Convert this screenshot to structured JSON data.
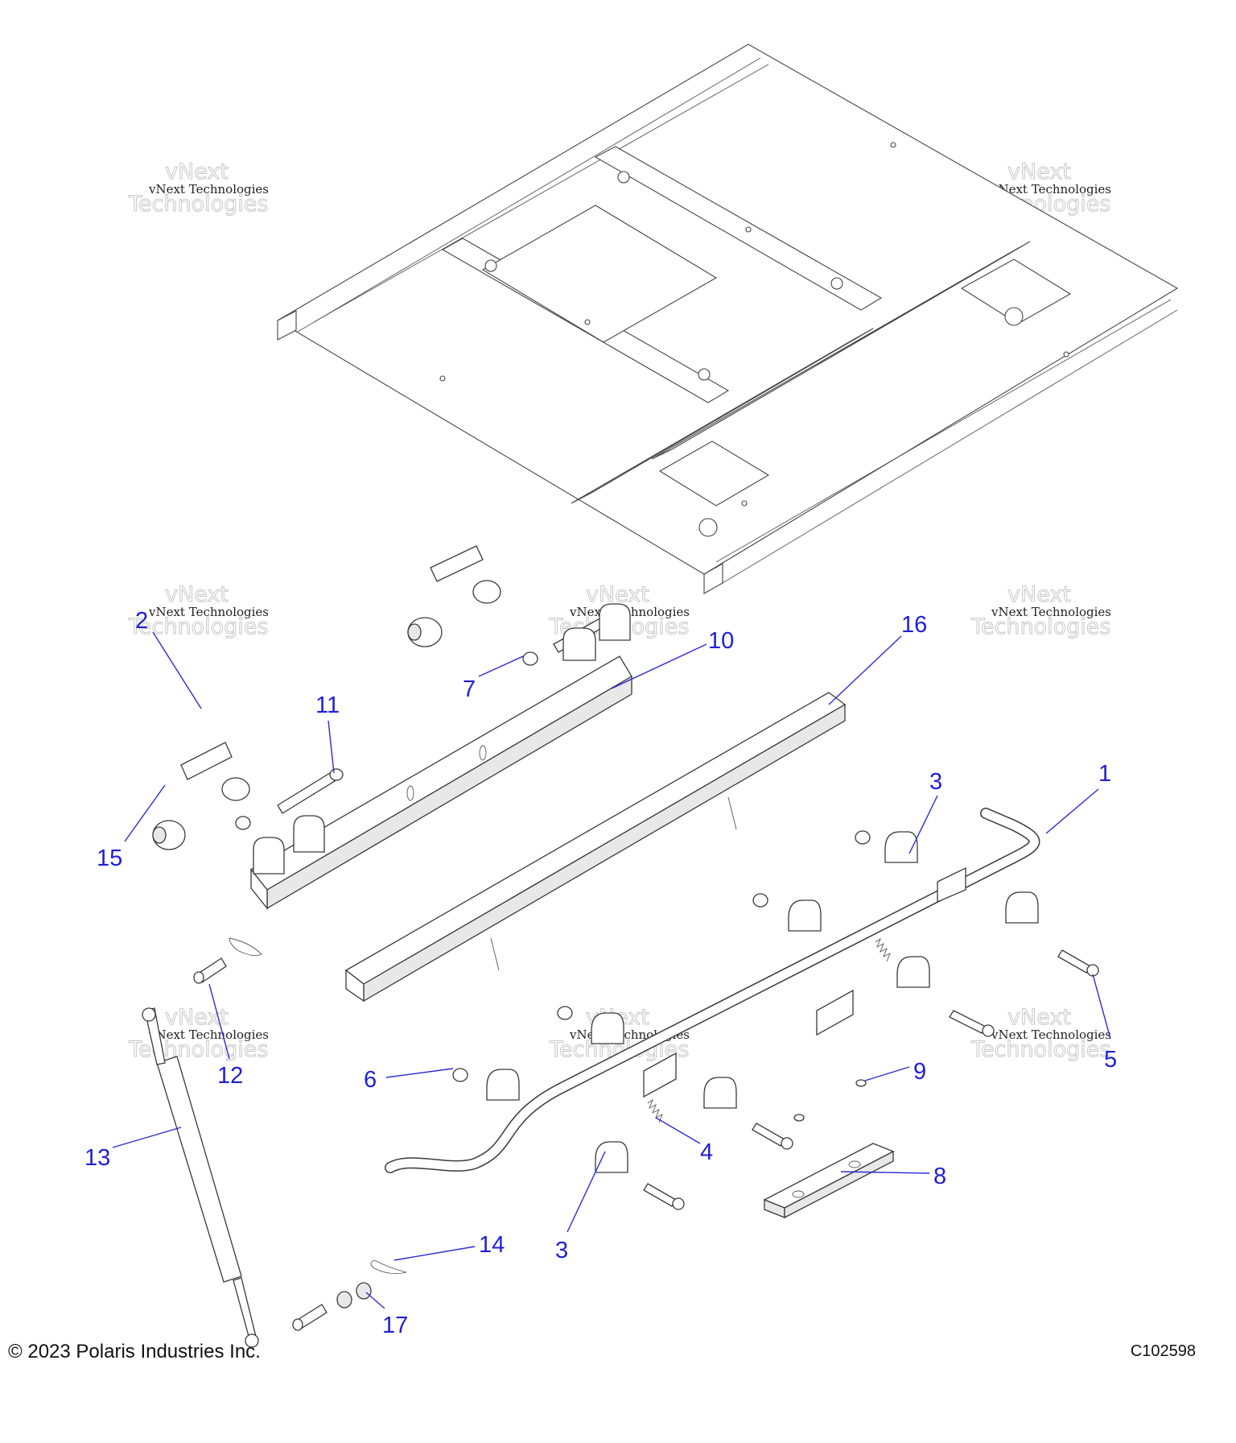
{
  "watermark": {
    "line1": "vNext Technologies",
    "big1": "vNext",
    "big2": "Technologies"
  },
  "callouts": [
    "1",
    "2",
    "3",
    "3",
    "4",
    "5",
    "6",
    "7",
    "8",
    "9",
    "10",
    "11",
    "12",
    "13",
    "14",
    "15",
    "16",
    "17"
  ],
  "footer": {
    "copyright": "© 2023 Polaris Industries Inc.",
    "drawing_id": "C102598"
  }
}
